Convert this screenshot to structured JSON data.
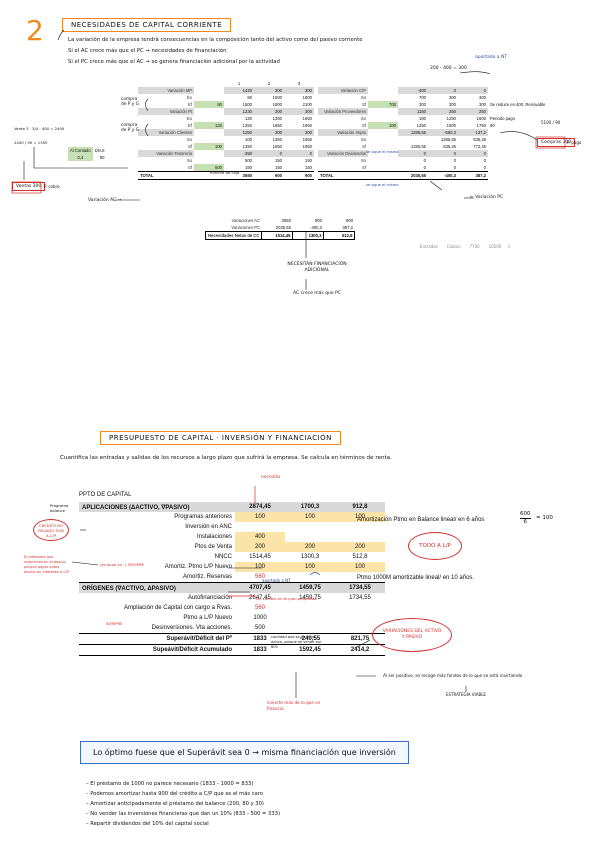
{
  "section1": {
    "number": "2",
    "title": "NECESIDADES DE CAPITAL CORRIENTE",
    "intro": "La variación de la empresa tendrá consecuencias en la composición tanto del activo como del pasivo corriente",
    "rule1": "Si el AC crece más que el PC → necesidades de financiación",
    "rule2": "Si el PC crece más que el AC → se genera financiación adicional por la actividad",
    "note_top": "200 - 400 = 300",
    "note_top2": "aportado a NT",
    "col_headers": [
      "1",
      "2",
      "3"
    ],
    "left_rows": [
      {
        "label": "Variación MP",
        "vals": [
          "1420",
          "300",
          "300"
        ],
        "style": "g"
      },
      {
        "label": "Eo",
        "vals": [
          "80",
          "1500",
          "1800"
        ],
        "style": ""
      },
      {
        "label": "Ef",
        "vals": [
          "1500",
          "1800",
          "2100"
        ],
        "style": "",
        "first": "80"
      },
      {
        "label": "Variación Pt",
        "vals": [
          "1230",
          "300",
          "300"
        ],
        "style": "g"
      },
      {
        "label": "Eo",
        "vals": [
          "120",
          "1350",
          "1650"
        ],
        "style": ""
      },
      {
        "label": "Ef",
        "vals": [
          "1350",
          "1650",
          "1950"
        ],
        "style": "",
        "first": "120"
      },
      {
        "label": "Variación Clientes",
        "vals": [
          "1250",
          "300",
          "300"
        ],
        "style": "g"
      },
      {
        "label": "So",
        "vals": [
          "100",
          "1350",
          "1650"
        ],
        "style": ""
      },
      {
        "label": "Sf",
        "vals": [
          "1350",
          "1650",
          "1950"
        ],
        "style": "",
        "first": "100"
      },
      {
        "label": "Variación Tesorería",
        "vals": [
          "-350",
          "0",
          "0"
        ],
        "style": "g"
      },
      {
        "label": "So",
        "vals": [
          "500",
          "150",
          "150"
        ],
        "style": ""
      },
      {
        "label": "Sf",
        "vals": [
          "150",
          "150",
          "150"
        ],
        "style": "",
        "first": "500"
      },
      {
        "label": "TOTAL",
        "vals": [
          "3550",
          "900",
          "900"
        ],
        "style": "total"
      }
    ],
    "right_rows": [
      {
        "label": "Variación C/P",
        "vals": [
          "-400",
          "0",
          "0"
        ],
        "style": "g",
        "note": ""
      },
      {
        "label": "So",
        "vals": [
          "700",
          "300",
          "300"
        ],
        "style": "",
        "note": ""
      },
      {
        "label": "Sf",
        "vals": [
          "300",
          "300",
          "300"
        ],
        "style": "",
        "first": "700",
        "note": "Se reduce en 400. Renovable"
      },
      {
        "label": "Variación Proveedores",
        "vals": [
          "1150",
          "250",
          "250"
        ],
        "style": "g",
        "note": ""
      },
      {
        "label": "So",
        "vals": [
          "100",
          "1250",
          "1500"
        ],
        "style": "",
        "note": "Periodo pago"
      },
      {
        "label": "Sf",
        "vals": [
          "1250",
          "1500",
          "1750"
        ],
        "style": "",
        "first": "100",
        "note": "90"
      },
      {
        "label": "Variación Impto",
        "vals": [
          "1285,55",
          "-650,3",
          "137,2"
        ],
        "style": "g",
        "note": ""
      },
      {
        "label": "So",
        "vals": [
          "",
          "1285,55",
          "635,25"
        ],
        "style": "",
        "note": ""
      },
      {
        "label": "Sf",
        "vals": [
          "1285,55",
          "635,25",
          "772,45"
        ],
        "style": "",
        "note": ""
      },
      {
        "label": "Variación Dividendos",
        "vals": [
          "0",
          "0",
          "0"
        ],
        "style": "g",
        "note": ""
      },
      {
        "label": "So",
        "vals": [
          "0",
          "0",
          "0"
        ],
        "style": "",
        "note": ""
      },
      {
        "label": "Sf",
        "vals": [
          "0",
          "0",
          "0"
        ],
        "style": "",
        "note": ""
      },
      {
        "label": "TOTAL",
        "vals": [
          "2035,55",
          "-400,3",
          "387,2"
        ],
        "style": "total",
        "note": ""
      }
    ],
    "summary": [
      {
        "label": "Variaciones AC",
        "vals": [
          "3550",
          "900",
          "900"
        ]
      },
      {
        "label": "Variaciones PC",
        "vals": [
          "2035,55",
          "-400,3",
          "387,2"
        ]
      },
      {
        "label": "Necesidades Netas de CC",
        "vals": [
          "1514,45",
          "1300,3",
          "512,8"
        ]
      }
    ],
    "faded_row": [
      "Entradas",
      "Cobros",
      "7700",
      "10200",
      "1"
    ],
    "annotations": {
      "compra_pyg": "compra de P y G",
      "contado": "Al Contado",
      "contado_val": "0,4",
      "dias": "DÍAS",
      "dias_val": "90",
      "ventas": "Ventas 300",
      "ventas_note": "P. cobro",
      "ventas_calc": "Venta 3 · 3/4 · 400 = 2400",
      "ventas_calc2": "2400 / 90 = 1350",
      "ac_varied": "Variación AC →",
      "compras": "Compras 300",
      "compras_note": "P. pago",
      "compras_calc": "5100 / 90",
      "total_pc": "← Variación PC",
      "sigue_1": "se sigue el mismo",
      "sigue_2": "se sigue el mismo",
      "necesitan": "NECESITAN FINANCIACIÓN ADICIONAL",
      "ac_crece": "AC crece más que PC",
      "min_tes": "mínimo de caja"
    }
  },
  "section2": {
    "title": "PRESUPUESTO DE CAPITAL · INVERSIÓN Y FINANCIACIÓN",
    "intro": "Cuantifica las entradas y salidas de los recursos a largo plazo que sufrirá la empresa. Se calcula en términos de renta.",
    "necesita": "necesita",
    "ppto_title": "PPTO DE CAPITAL",
    "aplic_header": "APLICACIONES (ΔACTIVO, ∇PASIVO)",
    "aplic_totals": [
      "2874,45",
      "1700,3",
      "912,8"
    ],
    "aplic_rows": [
      {
        "label": "Programas anteriores",
        "vals": [
          "100",
          "100",
          "100"
        ],
        "yellow": true
      },
      {
        "label": "Inversión en ANC",
        "vals": [
          "",
          "",
          ""
        ],
        "yellow": false
      },
      {
        "label": "Instalaciones",
        "vals": [
          "400",
          "",
          ""
        ],
        "yellow": true
      },
      {
        "label": "Ptos de Venta",
        "vals": [
          "200",
          "200",
          "200"
        ],
        "yellow": true
      },
      {
        "label": "NNCC",
        "vals": [
          "1514,45",
          "1300,3",
          "512,8"
        ],
        "yellow": false
      },
      {
        "label": "Amortiz. Ptmo L/P Nuevo",
        "vals": [
          "100",
          "100",
          "100"
        ],
        "yellow": true
      },
      {
        "label": "Amortiz. Reservas",
        "vals": [
          "560",
          "",
          ""
        ],
        "yellow": false,
        "red": true
      }
    ],
    "orig_header": "ORÍGENES (∇ACTIVO, ΔPASIVO)",
    "orig_totals": [
      "4707,45",
      "1459,75",
      "1734,55"
    ],
    "orig_rows": [
      {
        "label": "Autofinanciación",
        "vals": [
          "2647,45",
          "1459,75",
          "1734,55"
        ]
      },
      {
        "label": "Ampliación de Capital con cargo a Rvas.",
        "vals": [
          "560",
          "",
          ""
        ],
        "red": true
      },
      {
        "label": "Ptmo a L/P Nuevo",
        "vals": [
          "1000",
          "",
          ""
        ]
      },
      {
        "label": "Desinversiones. Vta acciones.",
        "vals": [
          "500",
          "",
          ""
        ]
      }
    ],
    "superavit": {
      "label": "Superávit/Déficit del Pº",
      "vals": [
        "1833",
        "-240,55",
        "821,75"
      ]
    },
    "superavit_acum": {
      "label": "Supeávit/Déficit Acumulado",
      "vals": [
        "1833",
        "1592,45",
        "2414,2"
      ]
    },
    "note_amort": "Amortización Ptmo en Balance lineal/ en 6 años",
    "note_frac_num": "600",
    "note_frac_den": "6",
    "note_frac_res": "= 100",
    "note_ptmo": "Ptmo 1000M amortizable lineal/ en 10 años.",
    "ann_presupuesto": "Programa balance",
    "ann_oval_left": "CREDITO NO PAGADO SON A C/P",
    "ann_left_para": "El préstamo que reducimos en el pasivo, porque pagar antes ahorro en intereses a C/P",
    "ann_igual": "(es igual en -) SIEMPRE",
    "ann_aportado": "aportado a NT",
    "ann_red_note": "sin cambio en el plan propuesto",
    "ann_todo": "TODO A L/P",
    "ann_siempre": "SIEMPRE",
    "ann_orig_note": "cantidad que se da en el activo, porque se vende por 600",
    "ann_variaciones": "VARIACIONES DEL ACTIVO Y PASIVO",
    "ann_positivo": "Al ser positivo, se recoge más fondos de lo que se está invirtiendo",
    "ann_viable": "ESTRATEGIA VIABLE",
    "ann_invierte": "invierte más de lo que se financia"
  },
  "conclusion": {
    "box": "Lo óptimo fuese que el Superávit sea 0 → misma financiación que inversión",
    "bullets": [
      "El préstamo de 1000 no parece necesario (1833 - 1000 = 833)",
      "Podemos amortizar hasta 900 del crédito a C/P que es el más caro",
      "Amortizar anticipadamente el préstamo del balance (200, 80 y 30)",
      "No vender las inversiones financieras que dan un 10% (833 - 500 = 333)",
      "Repartir dividendos del 10% del capital social"
    ]
  }
}
